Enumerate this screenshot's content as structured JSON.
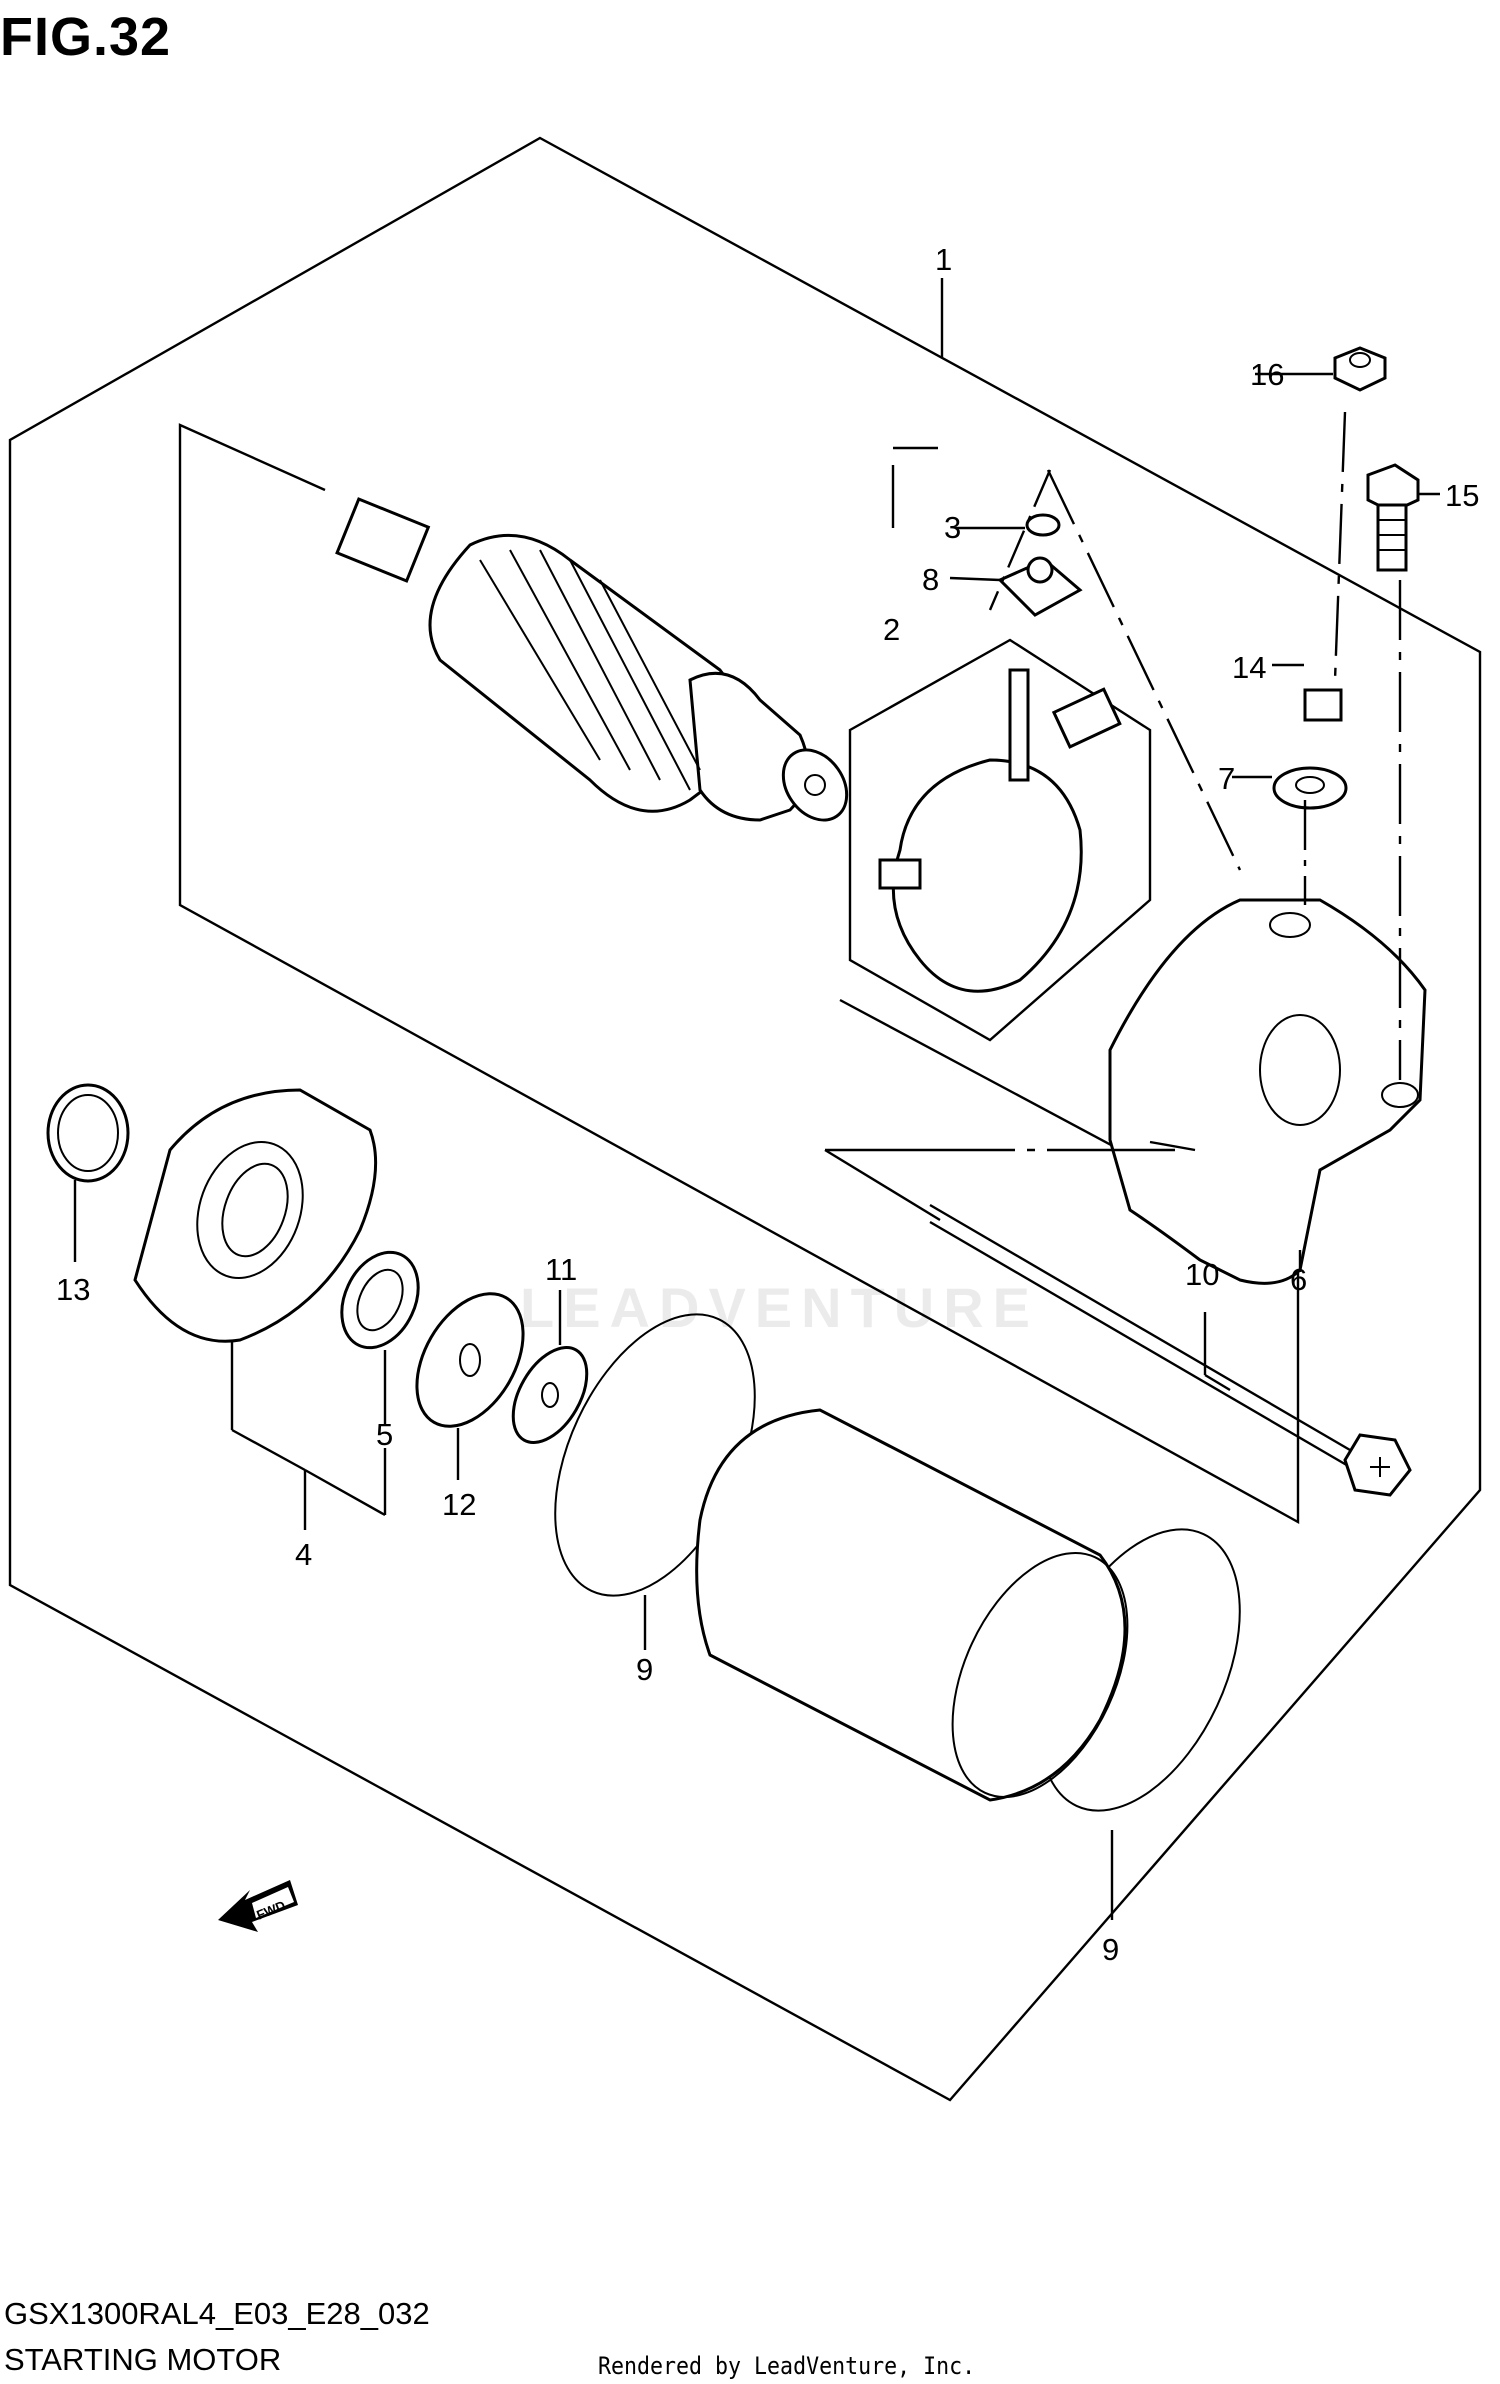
{
  "figure": {
    "title": "FIG.32"
  },
  "footer": {
    "model_code": "GSX1300RAL4_E03_E28_032",
    "section_name": "STARTING MOTOR",
    "render_credit": "Rendered by LeadVenture, Inc."
  },
  "watermark": {
    "text": "LEADVENTURE"
  },
  "fwd_arrow": {
    "label": "FWD"
  },
  "callouts": [
    "1",
    "2",
    "3",
    "4",
    "5",
    "6",
    "7",
    "8",
    "9",
    "9",
    "10",
    "11",
    "12",
    "13",
    "14",
    "15",
    "16"
  ]
}
